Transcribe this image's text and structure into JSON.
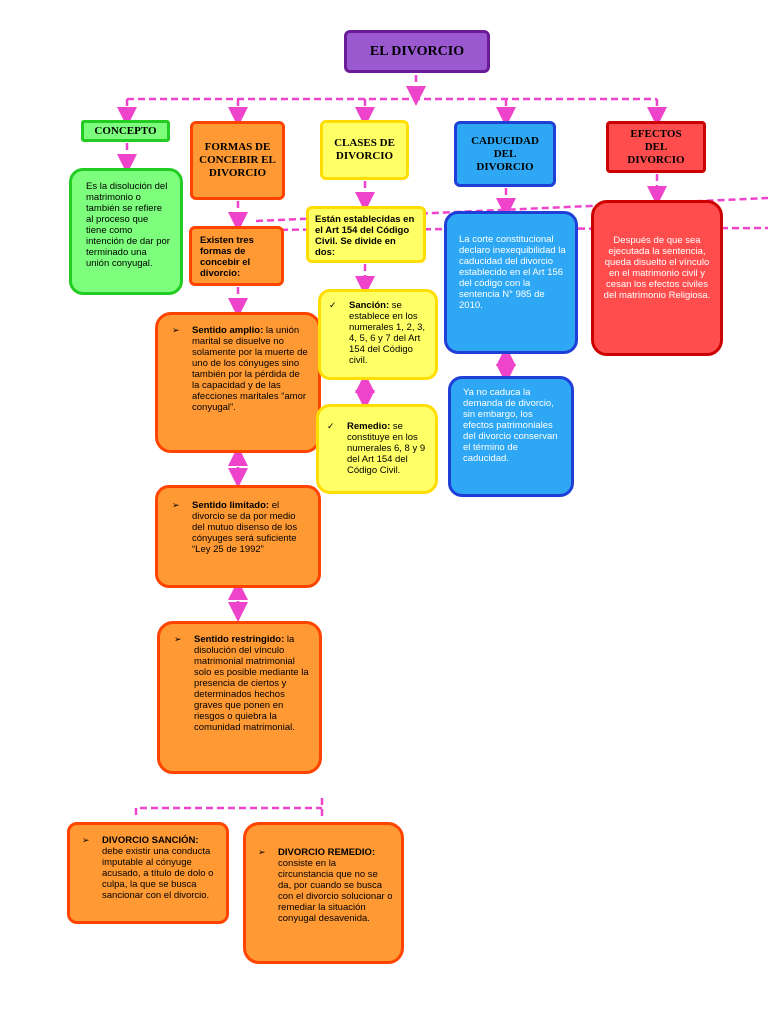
{
  "title": "EL DIVORCIO",
  "headers": {
    "concepto": "CONCEPTO",
    "formas": "FORMAS DE CONCEBIR EL DIVORCIO",
    "clases": "CLASES DE DIVORCIO",
    "caducidad": "CADUCIDAD DEL DIVORCIO",
    "efectos": "EFECTOS DEL DIVORCIO"
  },
  "concepto_text": "Es la disolución del matrimonio o también se refiere al proceso que tiene como intención de dar por terminado una unión conyugal.",
  "formas_intro": "Existen tres formas de concebir el divorcio:",
  "sentido_amplio": {
    "label": "Sentido amplio:",
    "text": " la unión marital se disuelve no solamente por la muerte de uno de los cónyuges sino también por la pérdida de la capacidad y de las afecciones maritales “amor conyugal”."
  },
  "sentido_limitado": {
    "label": "Sentido limitado:",
    "text": " el divorcio se da por medio del mutuo disenso de los cónyuges será suficiente “Ley 25 de 1992”"
  },
  "sentido_restringido": {
    "label": "Sentido restringido:",
    "text": " la disolución del vínculo matrimonial matrimonial solo es posible mediante la presencia de ciertos y determinados hechos graves que ponen en riesgos o quiebra la comunidad matrimonial."
  },
  "divorcio_sancion": {
    "label": "DIVORCIO SANCIÓN:",
    "text": " debe existir una conducta imputable al cónyuge acusado, a título de dolo o culpa, la que se busca sancionar con el divorcio."
  },
  "divorcio_remedio": {
    "label": "DIVORCIO REMEDIO:",
    "text": " consiste en la circunstancia que no se da, por cuando se busca con el divorcio solucionar o remediar la situación conyugal desavenida."
  },
  "clases_intro": "Están establecidas en el Art 154 del Código Civil. Se divide en dos:",
  "sancion": {
    "label": "Sanción:",
    "text": " se establece en los numerales 1, 2, 3, 4, 5, 6 y 7 del Art 154 del Código civil."
  },
  "remedio": {
    "label": "Remedio:",
    "text": " se constituye en los numerales 6, 8 y 9 del Art 154 del Código Civil."
  },
  "caducidad_text1": "La corte constitucional declaro inexequibilidad la caducidad del divorcio establecido en el Art 156 del código con la sentencia N° 985 de 2010.",
  "caducidad_text2": "Ya no caduca  la demanda de divorcio, sin embargo, los efectos patrimoniales del divorcio conservan el término de caducidad.",
  "efectos_text": "Después de que sea ejecutada la sentencia, queda disuelto el vínculo en el matrimonio civil y cesan los efectos civiles del matrimonio Religiosa.",
  "bullet_glyph": "➢",
  "check_glyph": "✓",
  "colors": {
    "connector": "#ee44cc",
    "title_fill": "#9b59d0",
    "green": "#7dff7d",
    "orange": "#ff9933",
    "yellow": "#ffff66",
    "blue": "#2ea8f5",
    "red": "#ff4d4d"
  }
}
